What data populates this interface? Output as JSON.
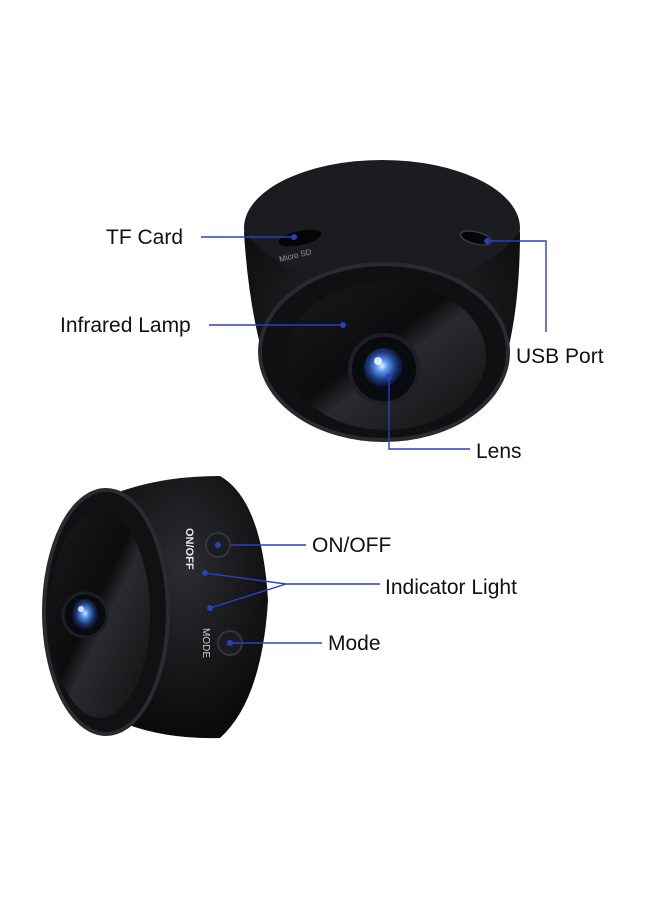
{
  "labels": {
    "tf_card": "TF Card",
    "infrared_lamp": "Infrared Lamp",
    "usb_port": "USB Port",
    "lens": "Lens",
    "on_off": "ON/OFF",
    "indicator_light": "Indicator Light",
    "mode": "Mode"
  },
  "device_print": {
    "micro_sd": "Micro SD",
    "on_off": "ON/OFF",
    "mode": "MODE"
  },
  "colors": {
    "leader_line": "#2a3fbf",
    "device_body": "#141416",
    "lens_glow": "#3a7bd5"
  }
}
